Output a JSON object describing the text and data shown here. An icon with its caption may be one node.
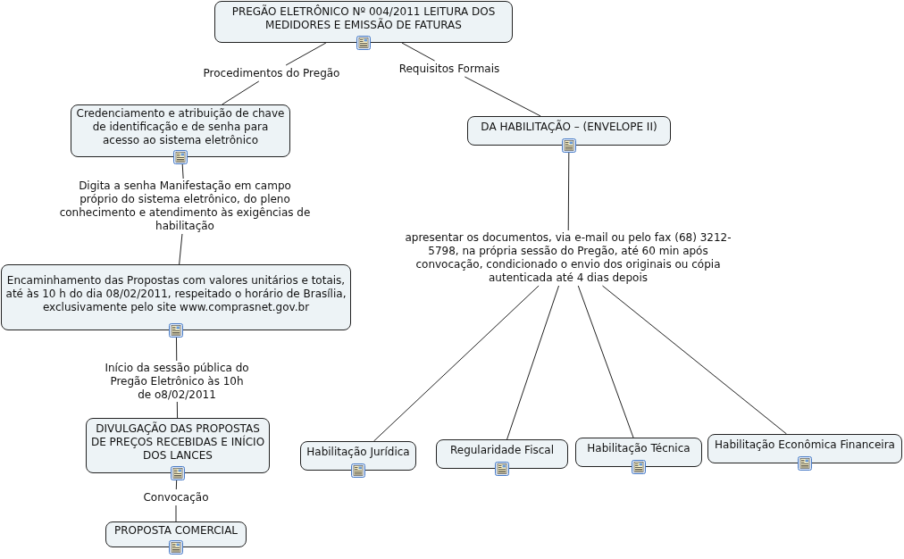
{
  "diagram": {
    "nodes": [
      {
        "text": [
          "PREGÃO ELETRÔNICO Nº 004/2011 LEITURA DOS MEDIDORES E EMISSÃO DE FATURAS"
        ]
      },
      {
        "text": [
          "Procedimentos do Pregão"
        ]
      },
      {
        "text": [
          "Requisitos Formais"
        ]
      },
      {
        "text": [
          "Credenciamento e atribuição de chave de identificação e de senha para acesso ao sistema eletrônico"
        ]
      },
      {
        "text": [
          "DA HABILITAÇÃO – (ENVELOPE II)"
        ]
      },
      {
        "text": [
          "Digita a senha Manifestação em campo próprio do sistema eletrônico, do pleno conhecimento e atendimento às exigências de habilitação"
        ]
      },
      {
        "text": [
          "apresentar os documentos, via e-mail ou pelo fax (68) 3212-5798, na própria sessão do Pregão, até 60 min após convocação, condicionado o envio dos originais ou cópia autenticada até 4 dias depois"
        ]
      },
      {
        "text": [
          "Encaminhamento das Propostas com valores unitários e totais, até às 10 h do dia 08/02/2011, respeitado o horário de Brasília, exclusivamente pelo site www.comprasnet.gov.br"
        ]
      },
      {
        "text": [
          "Início da sessão pública do Pregão Eletrônico às 10h de o8/02/2011"
        ]
      },
      {
        "text": [
          "Habilitação Jurídica"
        ]
      },
      {
        "text": [
          "Regularidade Fiscal"
        ]
      },
      {
        "text": [
          "Habilitação Técnica"
        ]
      },
      {
        "text": [
          "Habilitação Econômica Financeira"
        ]
      },
      {
        "text": [
          "DIVULGAÇÃO DAS PROPOSTAS DE PREÇOS RECEBIDAS E INÍCIO DOS LANCES"
        ]
      },
      {
        "text": [
          "Convocação"
        ]
      },
      {
        "text": [
          "PROPOSTA COMERCIAL"
        ]
      }
    ],
    "edges": [
      {
        "from": 0,
        "to": 1,
        "arrow": "none"
      },
      {
        "from": 0,
        "to": 2,
        "arrow": "none"
      },
      {
        "from": 1,
        "to": 3,
        "arrow": "none"
      },
      {
        "from": 2,
        "to": 4,
        "arrow": "none"
      },
      {
        "from": 3,
        "to": 5,
        "arrow": "none"
      },
      {
        "from": 4,
        "to": 6,
        "arrow": "none"
      },
      {
        "from": 5,
        "to": 7,
        "arrow": "none"
      },
      {
        "from": 6,
        "to": 9,
        "arrow": "none"
      },
      {
        "from": 6,
        "to": 10,
        "arrow": "none"
      },
      {
        "from": 6,
        "to": 11,
        "arrow": "none"
      },
      {
        "from": 6,
        "to": 12,
        "arrow": "none"
      },
      {
        "from": 7,
        "to": 8,
        "arrow": "none"
      },
      {
        "from": 8,
        "to": 13,
        "arrow": "none"
      },
      {
        "from": 13,
        "to": 14,
        "arrow": "none"
      },
      {
        "from": 14,
        "to": 15,
        "arrow": "none"
      }
    ]
  }
}
